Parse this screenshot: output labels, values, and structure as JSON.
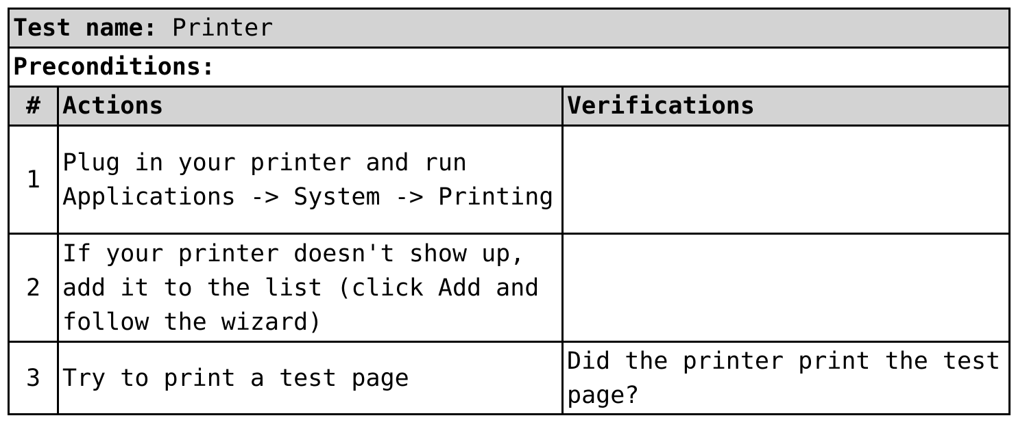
{
  "test": {
    "name_label": "Test name:",
    "name_value": "Printer",
    "preconditions_label": "Preconditions:"
  },
  "columns": {
    "number": "#",
    "actions": "Actions",
    "verifications": "Verifications"
  },
  "steps": [
    {
      "number": "1",
      "action": "Plug in your printer and run Applications -> System -> Printing",
      "verification": ""
    },
    {
      "number": "2",
      "action": "If your printer doesn't show up, add it to the list (click Add and follow the wizard)",
      "verification": ""
    },
    {
      "number": "3",
      "action": "Try to print a test page",
      "verification": "Did the printer print the test page?"
    }
  ],
  "colors": {
    "header_background": "#d3d3d3",
    "border": "#000000",
    "text": "#000000",
    "background": "#ffffff"
  }
}
